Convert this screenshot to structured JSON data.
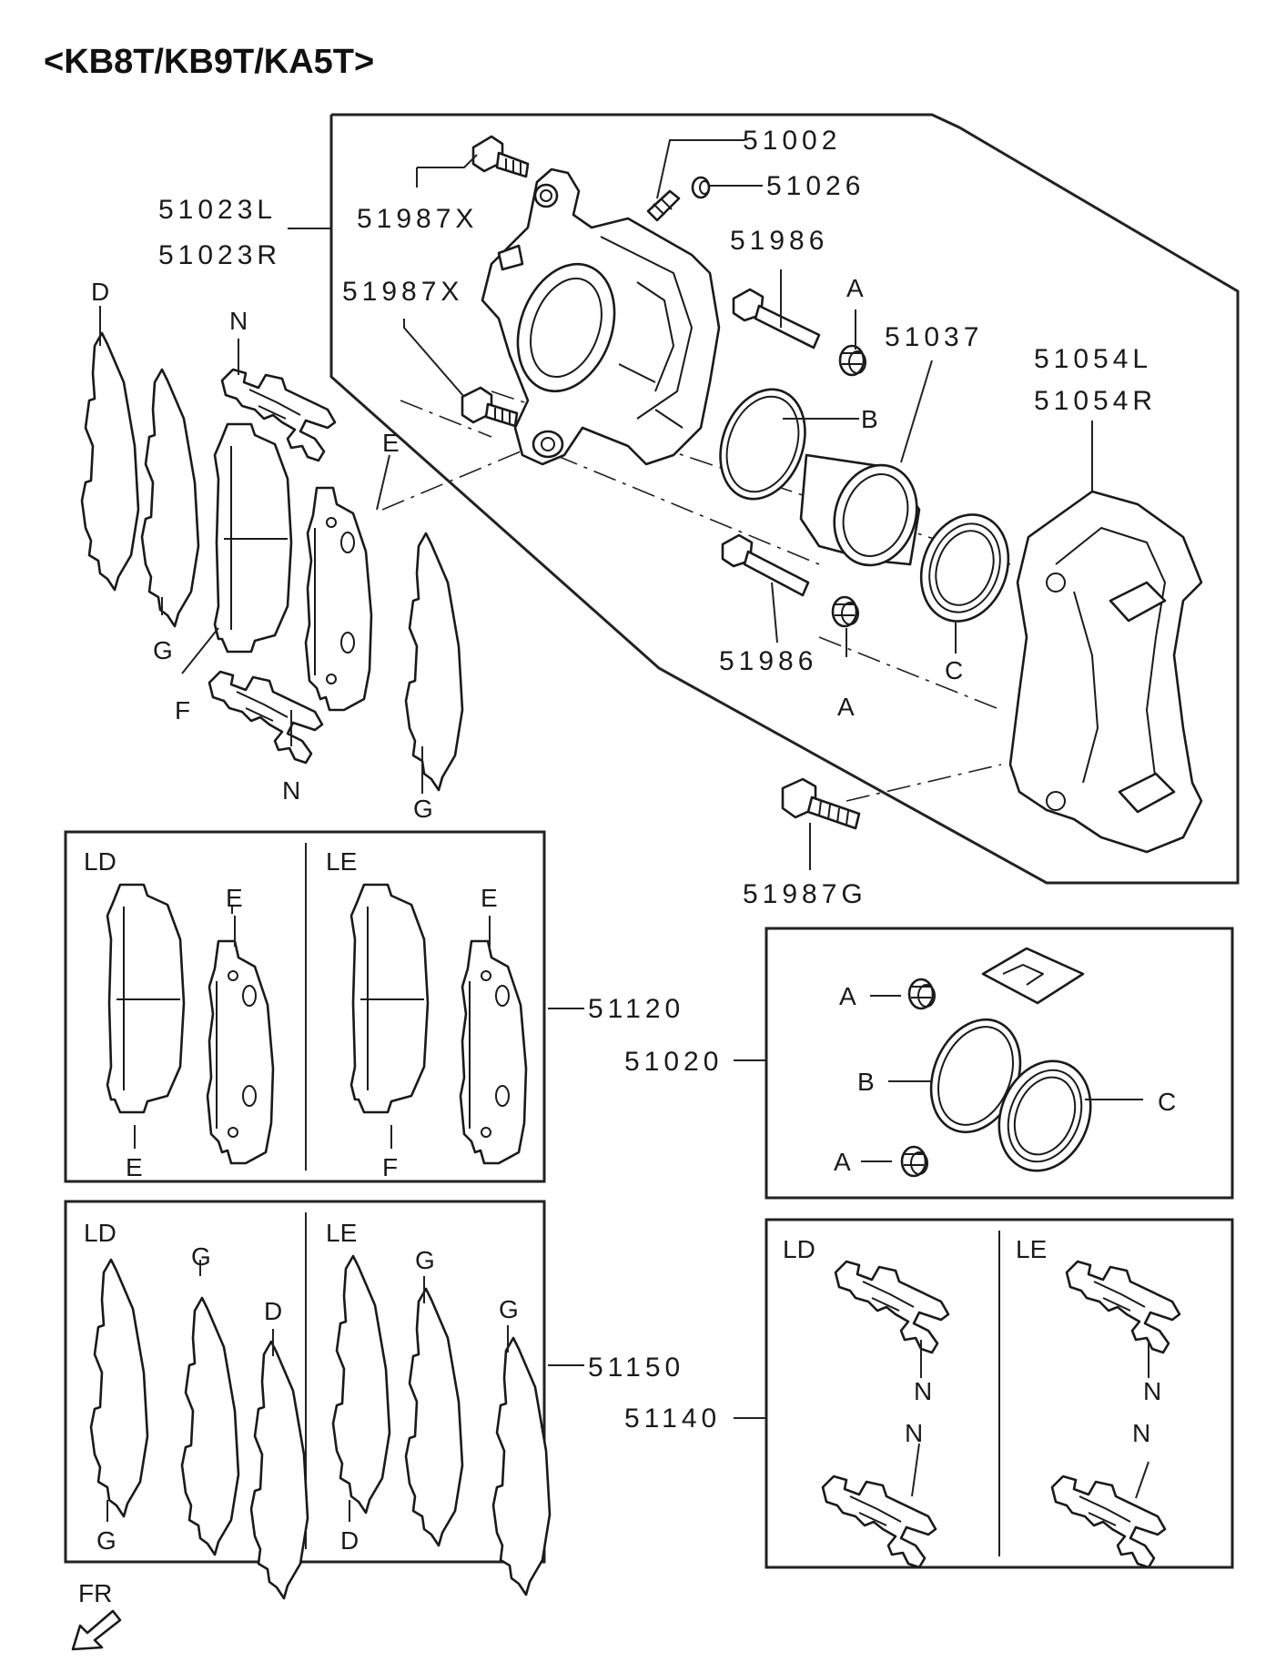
{
  "title": "<KB8T/KB9T/KA5T>",
  "labels": {
    "p51002": "51002",
    "p51026": "51026",
    "p51987x_top": "51987X",
    "p51023l": "51023L",
    "p51023r": "51023R",
    "p51986_top": "51986",
    "p51987x_mid": "51987X",
    "p51037": "51037",
    "p51054l": "51054L",
    "p51054r": "51054R",
    "p51986_bot": "51986",
    "p51987g": "51987G",
    "p51120": "51120",
    "p51020": "51020",
    "p51150": "51150",
    "p51140": "51140",
    "fr": "FR"
  },
  "letters": {
    "A": "A",
    "B": "B",
    "C": "C",
    "D": "D",
    "E": "E",
    "F": "F",
    "G": "G",
    "N": "N"
  },
  "kit_groups": {
    "ld": "LD",
    "le": "LE"
  }
}
